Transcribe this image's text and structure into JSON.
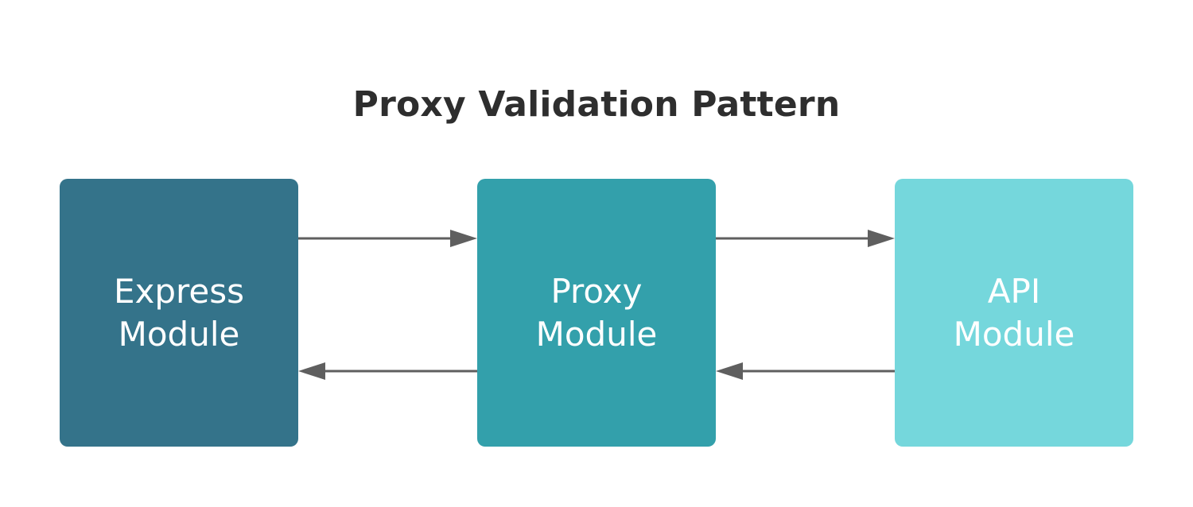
{
  "diagram": {
    "title": "Proxy Validation Pattern",
    "colors": {
      "express": "#34738a",
      "proxy": "#33a0ab",
      "api": "#75d7dc",
      "arrow": "#5f5f5f",
      "title": "#2e2e2e"
    },
    "nodes": [
      {
        "id": "express",
        "line1": "Express",
        "line2": "Module"
      },
      {
        "id": "proxy",
        "line1": "Proxy",
        "line2": "Module"
      },
      {
        "id": "api",
        "line1": "API",
        "line2": "Module"
      }
    ],
    "edges": [
      {
        "from": "express",
        "to": "proxy"
      },
      {
        "from": "proxy",
        "to": "api"
      },
      {
        "from": "api",
        "to": "proxy"
      },
      {
        "from": "proxy",
        "to": "express"
      }
    ]
  }
}
